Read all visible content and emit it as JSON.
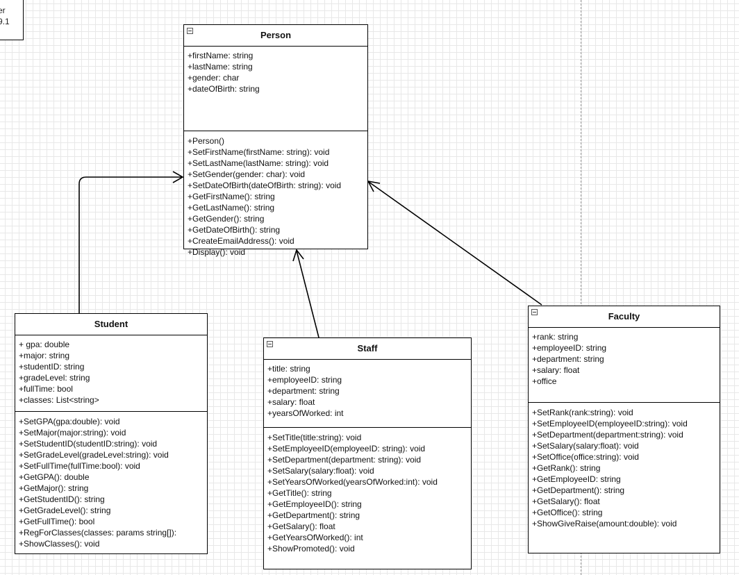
{
  "note": {
    "lines": [
      "er",
      "9.1"
    ]
  },
  "classes": {
    "person": {
      "name": "Person",
      "attributes": [
        "+firstName: string",
        "+lastName: string",
        "+gender: char",
        "+dateOfBirth: string"
      ],
      "methods": [
        "+Person()",
        "+SetFirstName(firstName: string): void",
        "+SetLastName(lastName: string): void",
        "+SetGender(gender: char): void",
        "+SetDateOfBirth(dateOfBirth: string): void",
        "+GetFirstName(): string",
        "+GetLastName(): string",
        "+GetGender(): string",
        "+GetDateOfBirth(): string",
        "+CreateEmailAddress(): void",
        "+Display(): void"
      ]
    },
    "student": {
      "name": "Student",
      "attributes": [
        "+ gpa: double",
        "+major: string",
        "+studentID: string",
        "+gradeLevel: string",
        "+fullTime: bool",
        "+classes: List<string>"
      ],
      "methods": [
        "+SetGPA(gpa:double): void",
        "+SetMajor(major:string): void",
        "+SetStudentID(studentID:string): void",
        "+SetGradeLevel(gradeLevel:string): void",
        "+SetFullTime(fullTime:bool): void",
        "+GetGPA(): double",
        "+GetMajor(): string",
        "+GetStudentID(): string",
        "+GetGradeLevel(): string",
        "+GetFullTime(): bool",
        "+RegForClasses(classes: params string[]):",
        "+ShowClasses(): void"
      ]
    },
    "staff": {
      "name": "Staff",
      "attributes": [
        "+title: string",
        "+employeeID: string",
        "+department: string",
        "+salary: float",
        "+yearsOfWorked: int"
      ],
      "methods": [
        "+SetTitle(title:string): void",
        "+SetEmployeeID(employeeID: string): void",
        "+SetDepartment(department: string): void",
        "+SetSalary(salary:float): void",
        "+SetYearsOfWorked(yearsOfWorked:int): void",
        "+GetTitle(): string",
        "+GetEmployeeID(): string",
        "+GetDepartment(): string",
        "+GetSalary(): float",
        "+GetYearsOfWorked(): int",
        "+ShowPromoted(): void"
      ]
    },
    "faculty": {
      "name": "Faculty",
      "attributes": [
        "+rank: string",
        "+employeeID: string",
        "+department: string",
        "+salary: float",
        "+office"
      ],
      "methods": [
        "+SetRank(rank:string): void",
        "+SetEmployeeID(employeeID:string): void",
        "+SetDepartment(department:string): void",
        "+SetSalary(salary:float): void",
        "+SetOffice(office:string): void",
        "+GetRank(): string",
        "+GetEmployeeID: string",
        "+GetDepartment(): string",
        "+GetSalary(): float",
        "+GetOffice(): string",
        "+ShowGiveRaise(amount:double): void"
      ]
    }
  },
  "relations": [
    {
      "from": "Student",
      "to": "Person",
      "type": "generalization"
    },
    {
      "from": "Staff",
      "to": "Person",
      "type": "generalization"
    },
    {
      "from": "Faculty",
      "to": "Person",
      "type": "generalization"
    }
  ]
}
